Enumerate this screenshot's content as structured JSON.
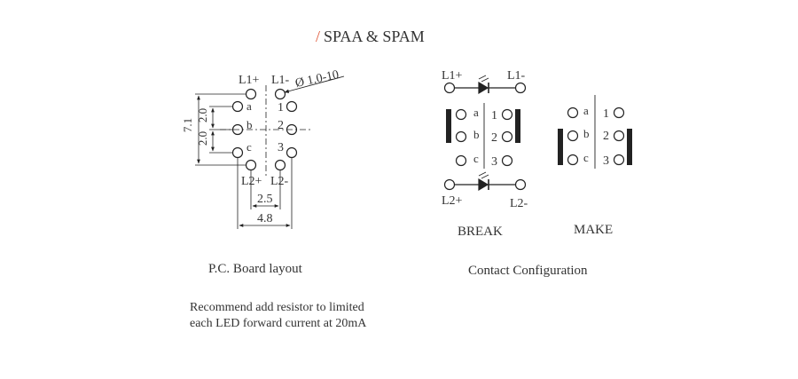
{
  "title": {
    "slash": "/",
    "text": "SPAA & SPAM"
  },
  "pcb": {
    "pins_top": [
      "L1+",
      "L1-"
    ],
    "pins_bottom": [
      "L2+",
      "L2-"
    ],
    "row_letters": [
      "a",
      "b",
      "c"
    ],
    "row_numbers": [
      "1",
      "2",
      "3"
    ],
    "hole_dia": "Ø 1.0-10",
    "dim_total_height": "7.1",
    "dim_pitch_upper": "2.0",
    "dim_pitch_lower": "2.0",
    "dim_led_pitch": "2.5",
    "dim_total_width": "4.8",
    "caption": "P.C. Board layout"
  },
  "contacts": {
    "led_top": [
      "L1+",
      "L1-"
    ],
    "led_bottom": [
      "L2+",
      "L2-"
    ],
    "letters": [
      "a",
      "b",
      "c"
    ],
    "numbers": [
      "1",
      "2",
      "3"
    ],
    "break_label": "BREAK",
    "make_label": "MAKE",
    "caption": "Contact Configuration"
  },
  "note": {
    "line1": "Recommend add resistor to limited",
    "line2": "each LED forward current at 20mA"
  }
}
